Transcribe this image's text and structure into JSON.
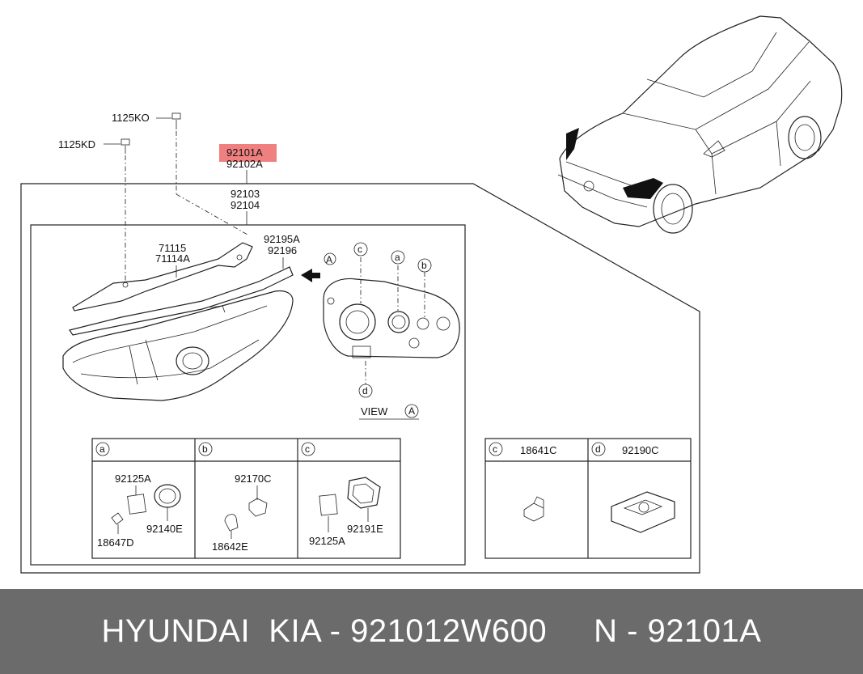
{
  "labels": {
    "bolt_upper": "1125KO",
    "bolt_lower": "1125KD",
    "assembly_main": "92101A",
    "assembly_alt": "92102A",
    "housing_1": "92103",
    "housing_2": "92104",
    "bracket_1": "71115",
    "bracket_2": "71114A",
    "seal_1": "92195A",
    "seal_2": "92196",
    "view_marker": "A",
    "view_caption": "VIEW",
    "view_callout_a": "a",
    "view_callout_b": "b",
    "view_callout_c": "c",
    "view_callout_d": "d"
  },
  "detail_table_left": {
    "headers": [
      "a",
      "b",
      "c"
    ],
    "a_parts": [
      "92125A",
      "18647D",
      "92140E"
    ],
    "b_parts": [
      "92170C",
      "18642E"
    ],
    "c_parts": [
      "92191E",
      "92125A"
    ]
  },
  "detail_table_right": {
    "headers": [
      {
        "key": "c",
        "part": "18641C"
      },
      {
        "key": "d",
        "part": "92190C"
      }
    ]
  },
  "highlight_color": "#f08080",
  "footer": {
    "text": "HYUNDAI  KIA - 921012W600     N - 92101A"
  }
}
